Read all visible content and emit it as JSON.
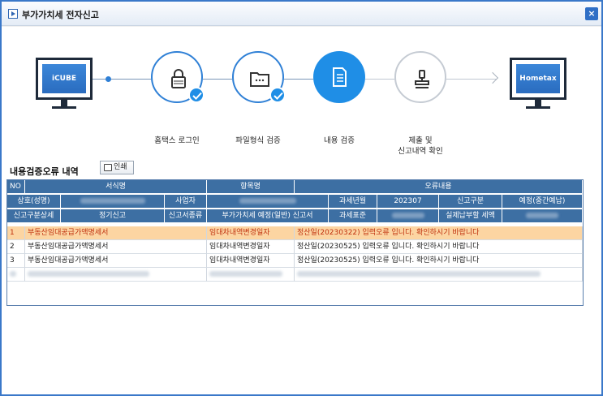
{
  "window": {
    "title": "부가가치세 전자신고",
    "close_glyph": "×"
  },
  "steps": {
    "left_monitor_label": "iCUBE",
    "right_monitor_label": "Hometax",
    "items": [
      {
        "label": "홈택스 로그인",
        "state": "done",
        "icon": "lock-icon"
      },
      {
        "label": "파일형식 검증",
        "state": "done",
        "icon": "folder-icon"
      },
      {
        "label": "내용 검증",
        "state": "active",
        "icon": "document-check-icon"
      },
      {
        "label": "제출 및\n신고내역 확인",
        "state": "pending",
        "icon": "stamp-icon"
      }
    ],
    "colors": {
      "accent": "#1f8ee6",
      "pending": "#c5cbd3"
    }
  },
  "errors": {
    "title": "내용검증오류 내역",
    "print_label": "인쇄",
    "header_row1": {
      "no": "NO",
      "form_name": "서식명",
      "item_name": "항목명",
      "error": "오류내용"
    },
    "header_row2": {
      "company": "상호(성명)",
      "biz_no": "사업자",
      "tax_period": "과세년월",
      "tax_period_value": "202307",
      "report_type": "신고구분",
      "report_type_value": "예정(중간예납)"
    },
    "header_row3": {
      "report_detail": "신고구분상세",
      "report_detail_value": "정기신고",
      "form_type": "신고서종류",
      "form_type_value": "부가가치세 예정(일반) 신고서",
      "tax_standard": "과세표준",
      "actual_tax": "실제납부할 세액"
    },
    "rows": [
      {
        "no": "1",
        "form": "부동산임대공급가액명세서",
        "item": "임대차내역변경일자",
        "error": "정산일(20230322) 입력오류 입니다. 확인하시기 바랍니다"
      },
      {
        "no": "2",
        "form": "부동산임대공급가액명세서",
        "item": "임대차내역변경일자",
        "error": "정산일(20230525) 입력오류 입니다. 확인하시기 바랍니다"
      },
      {
        "no": "3",
        "form": "부동산임대공급가액명세서",
        "item": "임대차내역변경일자",
        "error": "정산일(20230525) 입력오류 입니다. 확인하시기 바랍니다"
      }
    ],
    "colors": {
      "header_bg": "#3d6fa3",
      "selected_bg": "#fcd5a2",
      "selected_text": "#c0310e"
    }
  }
}
